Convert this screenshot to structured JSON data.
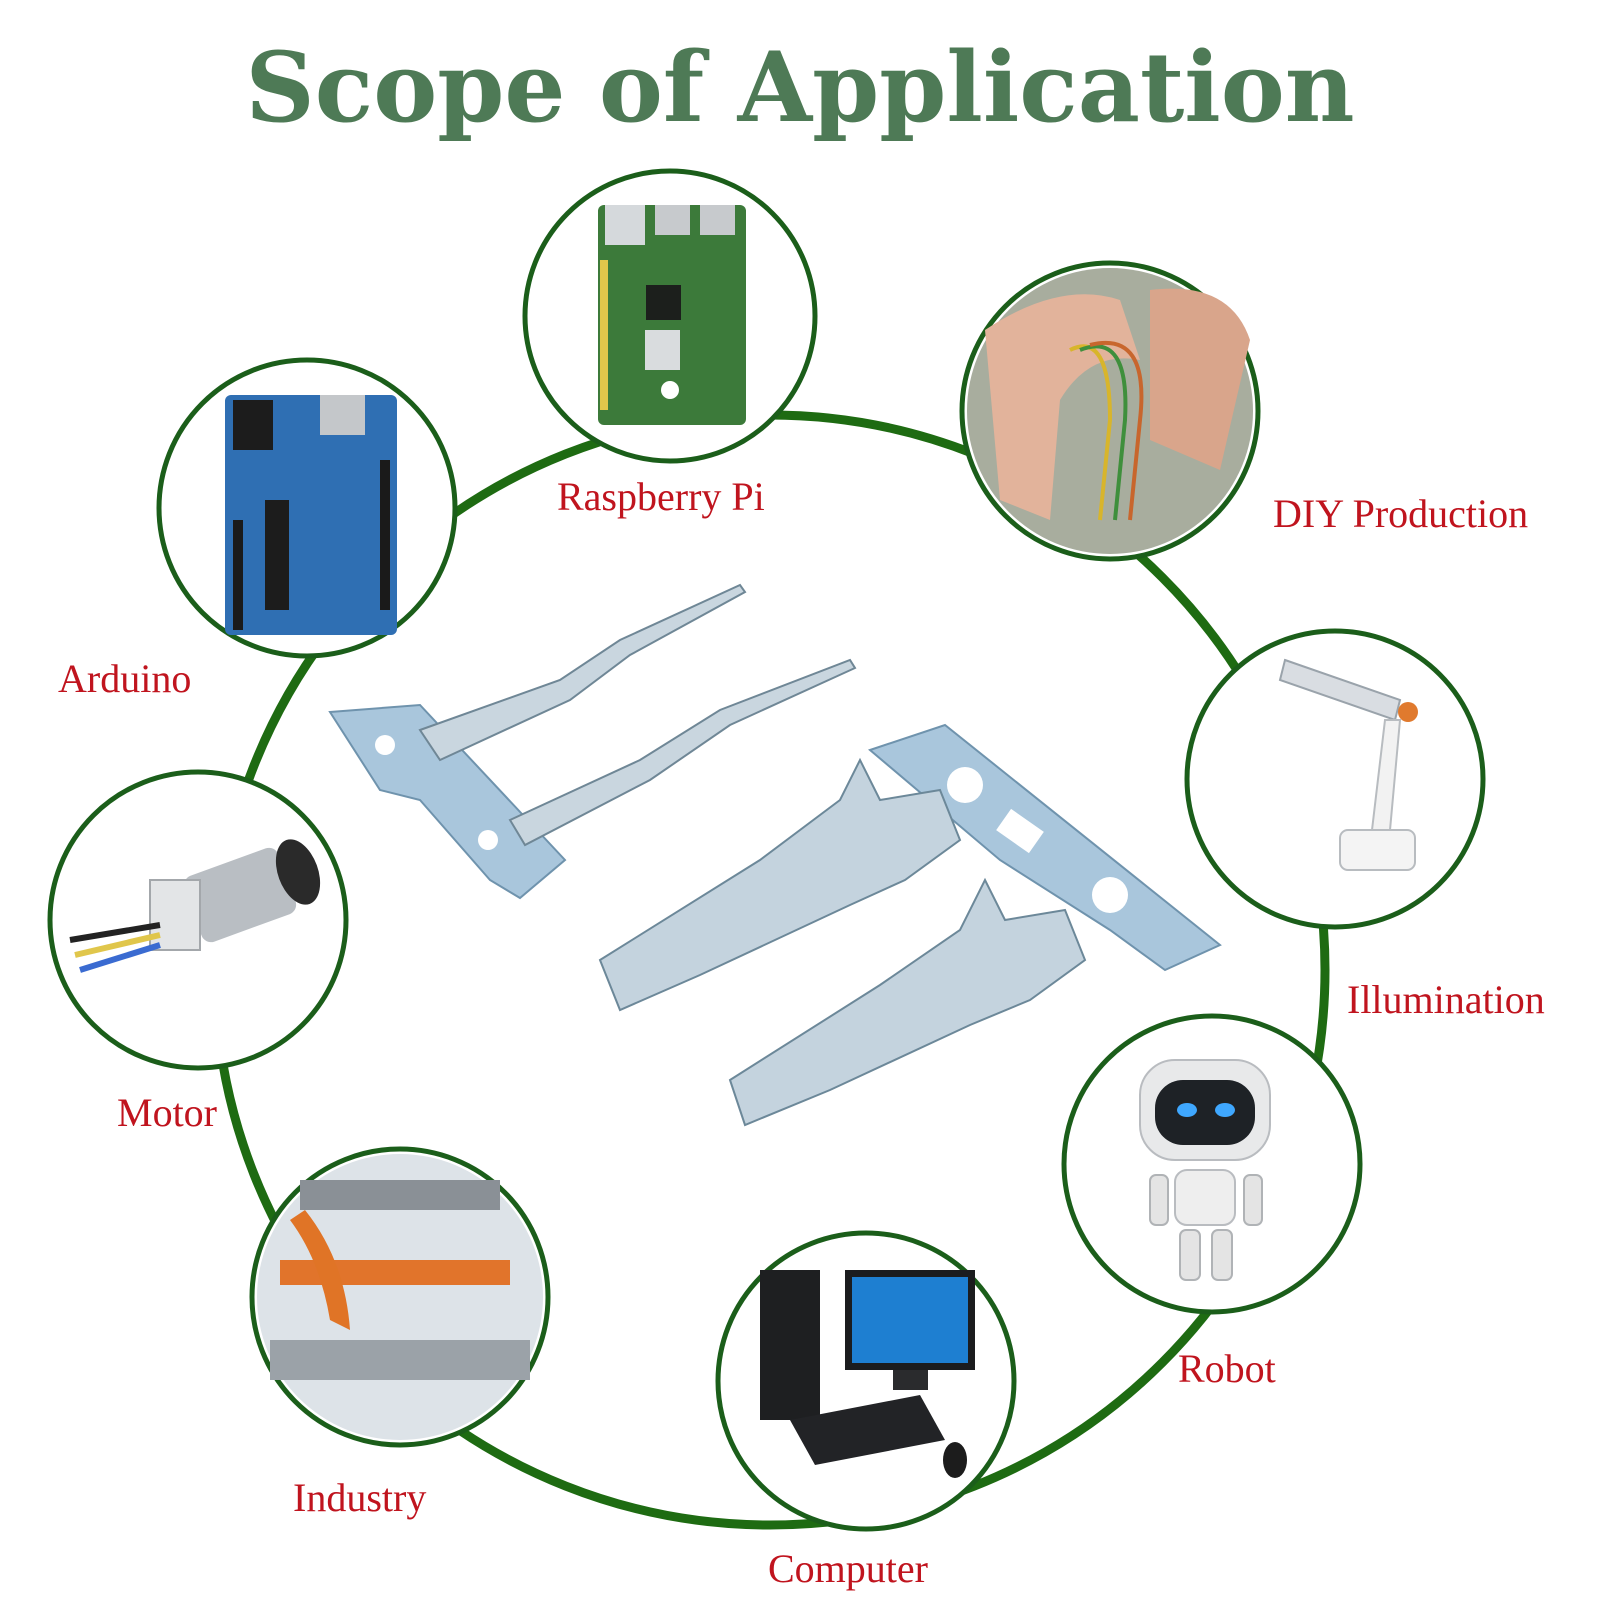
{
  "page": {
    "title": "Scope of Application",
    "colors": {
      "title": "#4e7a56",
      "ring": "#1e6b12",
      "circle_border": "#1b5e1a",
      "label": "#c0141e",
      "metal": "#a9c6dc"
    }
  },
  "applications": [
    {
      "label": "Raspberry Pi",
      "icon": "raspberry-pi-board-icon"
    },
    {
      "label": "DIY Production",
      "icon": "hands-wiring-icon"
    },
    {
      "label": "Arduino",
      "icon": "arduino-board-icon"
    },
    {
      "label": "Illumination",
      "icon": "desk-lamp-icon"
    },
    {
      "label": "Motor",
      "icon": "dc-motor-icon"
    },
    {
      "label": "Robot",
      "icon": "robot-icon"
    },
    {
      "label": "Industry",
      "icon": "factory-robot-arm-icon"
    },
    {
      "label": "Computer",
      "icon": "desktop-computer-icon"
    }
  ],
  "center_product": {
    "icon": "crimp-terminal-pins-icon"
  }
}
